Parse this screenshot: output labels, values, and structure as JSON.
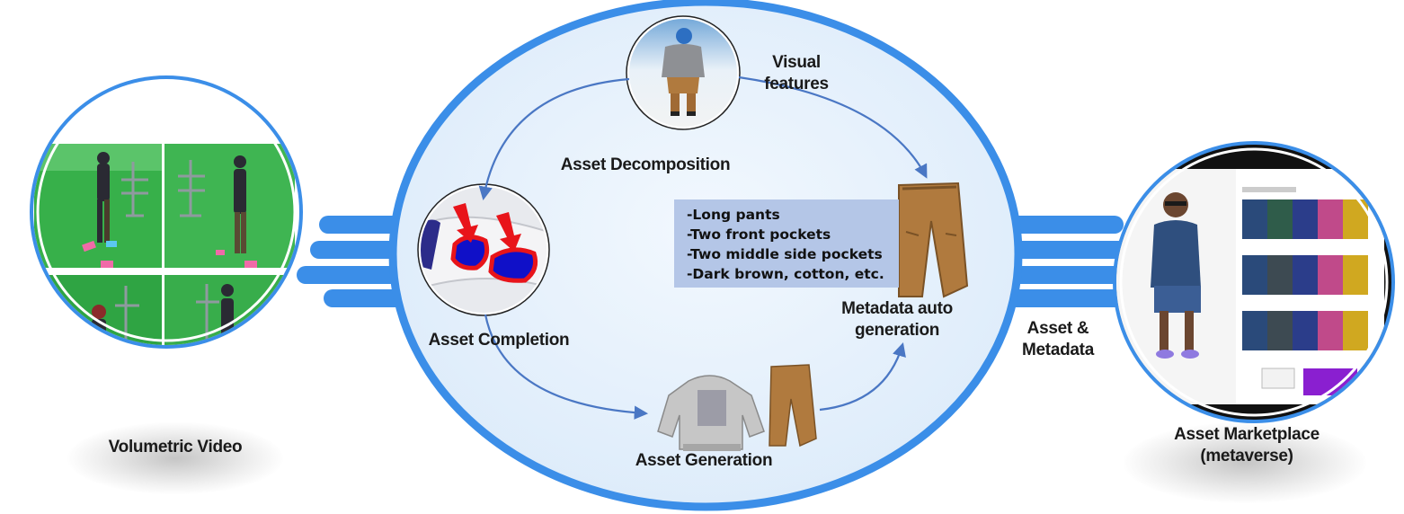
{
  "labels": {
    "volumetric_video": "Volumetric Video",
    "asset_decomposition": "Asset Decomposition",
    "visual_features_line1": "Visual",
    "visual_features_line2": "features",
    "asset_completion": "Asset Completion",
    "asset_generation": "Asset Generation",
    "metadata_line1": "Metadata auto",
    "metadata_line2": "generation",
    "asset_metadata_line1": "Asset &",
    "asset_metadata_line2": "Metadata",
    "marketplace_line1": "Asset Marketplace",
    "marketplace_line2": "(metaverse)"
  },
  "metadata_box": {
    "lines": [
      "-Long pants",
      "-Two front pockets",
      "-Two middle side pockets",
      "-Dark brown, cotton, etc."
    ]
  },
  "colors": {
    "ring_blue": "#3b8ee8",
    "arrow_blue": "#4a77c4",
    "inner_fill": "#e3f0fb",
    "box_fill": "#b4c6e7",
    "green_screen": "#34b24a",
    "pants_brown": "#b07a3e",
    "highlight_red": "#e8141a"
  },
  "icons": [
    "arrow-icon",
    "pants-icon",
    "sweatshirt-icon",
    "avatar-icon"
  ]
}
